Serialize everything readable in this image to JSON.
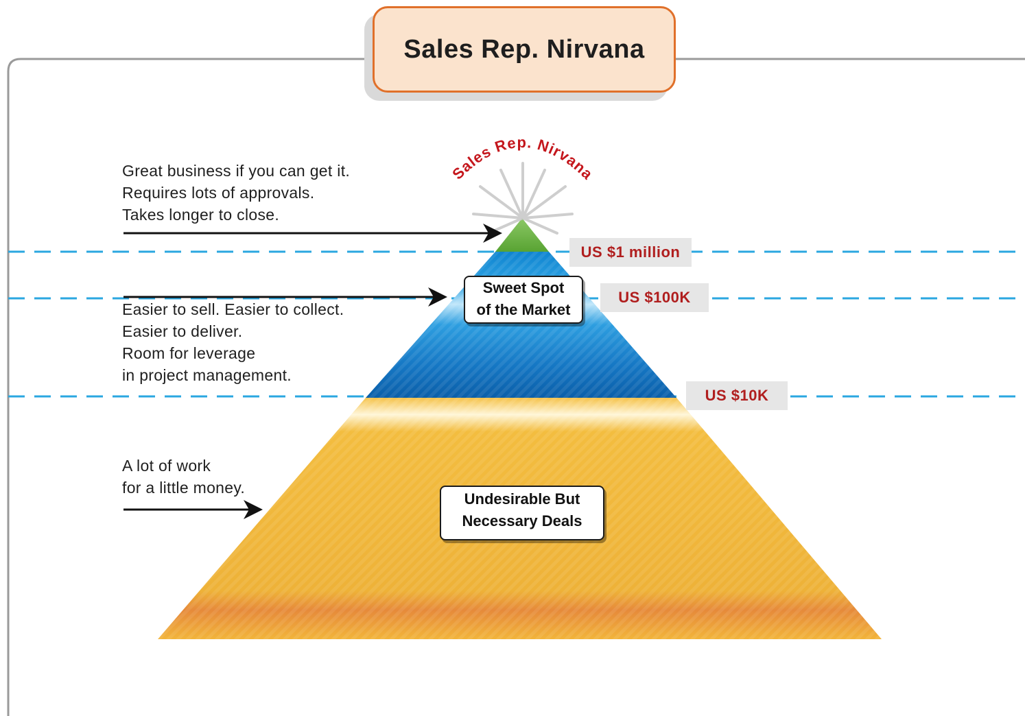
{
  "title": "Sales Rep. Nirvana",
  "peak_label": "Sales Rep. Nirvana",
  "annotations": {
    "top": [
      "Great business if you can get it.",
      "Requires lots of approvals.",
      "Takes longer to close."
    ],
    "middle": [
      "Easier to sell. Easier to collect.",
      "Easier to deliver.",
      "Room for leverage",
      "in project management."
    ],
    "bottom": [
      "A lot of work",
      "for a little money."
    ]
  },
  "thresholds": {
    "million": "US $1 million",
    "hundred_k": "US $100K",
    "ten_k": "US $10K"
  },
  "tiers": {
    "middle_label": [
      "Sweet Spot",
      "of the Market"
    ],
    "bottom_label": [
      "Undesirable But",
      "Necessary Deals"
    ]
  },
  "colors": {
    "tier_top": "#6db33f",
    "tier_middle": "#1e8fd6",
    "tier_bottom": "#f2b73a",
    "threshold_line": "#2aa7e0",
    "price_text": "#b01e1e",
    "title_border": "#e0702a",
    "title_fill": "#fbe3cd"
  }
}
